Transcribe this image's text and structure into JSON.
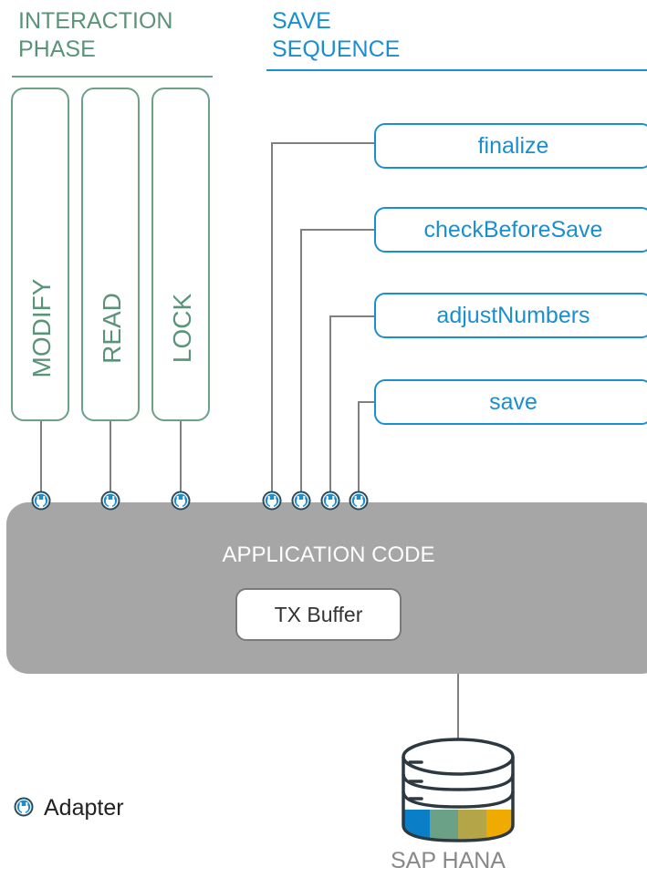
{
  "headings": {
    "interaction_phase": "INTERACTION\nPHASE",
    "save_sequence": "SAVE\nSEQUENCE"
  },
  "interaction_phase": [
    {
      "label": "MODIFY"
    },
    {
      "label": "READ"
    },
    {
      "label": "LOCK"
    }
  ],
  "save_sequence": [
    {
      "label": "finalize"
    },
    {
      "label": "checkBeforeSave"
    },
    {
      "label": "adjustNumbers"
    },
    {
      "label": "save"
    }
  ],
  "application": {
    "title": "APPLICATION CODE",
    "buffer": "TX Buffer"
  },
  "database": {
    "label": "SAP HANA",
    "icon": "database-icon"
  },
  "legend": {
    "icon": "adapter-icon",
    "label": "Adapter"
  },
  "colors": {
    "interaction": "#6aa187",
    "sequence": "#1a8fcf",
    "app_background": "#a6a6a6",
    "connector": "#808080"
  }
}
